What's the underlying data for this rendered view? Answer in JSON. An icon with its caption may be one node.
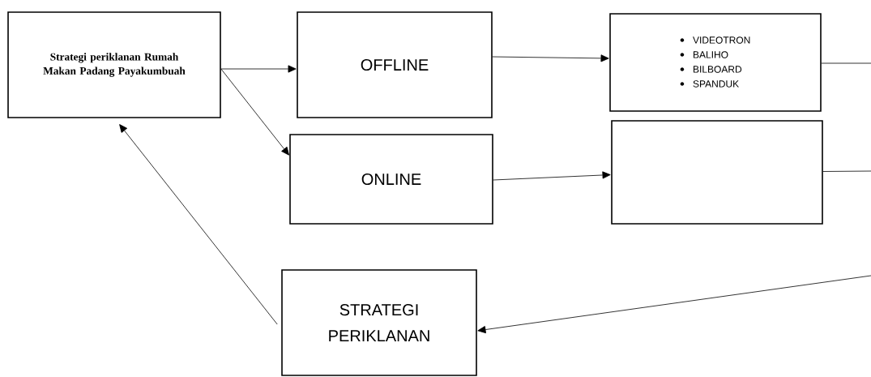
{
  "diagram": {
    "nodes": [
      {
        "text": [
          "Strategi periklanan Rumah Makan Padang Payakumbuah"
        ]
      },
      {
        "text": [
          "OFFLINE"
        ]
      },
      {
        "text": [
          "ONLINE"
        ]
      },
      {
        "text": [
          "VIDEOTRON",
          "BALIHO",
          "BILBOARD",
          "SPANDUK"
        ]
      },
      {
        "text": [],
        "shape": "box"
      },
      {
        "text": [
          "STRATEGI PERIKLANAN"
        ]
      }
    ],
    "edges": [
      {
        "from": 0,
        "to": 1,
        "arrow": "to"
      },
      {
        "from": 0,
        "to": 2,
        "arrow": "to"
      },
      {
        "from": 1,
        "to": 3,
        "arrow": "to"
      },
      {
        "from": 2,
        "to": 4,
        "arrow": "to"
      },
      {
        "from": 3,
        "to": null,
        "arrow": "none"
      },
      {
        "from": 4,
        "to": null,
        "arrow": "none"
      },
      {
        "from": null,
        "to": 5,
        "arrow": "to"
      },
      {
        "from": 5,
        "to": 0,
        "arrow": "to"
      }
    ]
  }
}
